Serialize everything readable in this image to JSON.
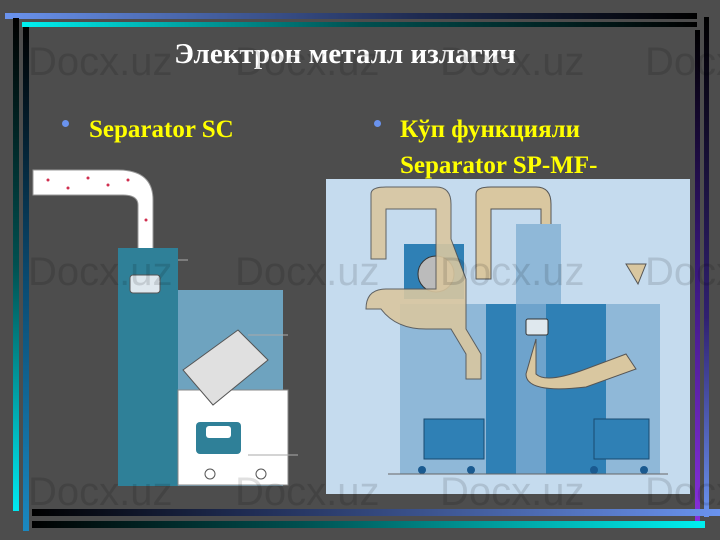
{
  "slide": {
    "title": "Электрон металл излагич",
    "bullets": [
      {
        "label": "Separator SC"
      },
      {
        "label_line1": "Кўп функцияли",
        "label_line2": "Separator SP-MF-"
      }
    ]
  },
  "watermark": "Docx.uz",
  "colors": {
    "background": "#4d4d4d",
    "bullet_text": "#ffff00",
    "bullet_dot": "#6a93ee",
    "diagram_bg": "#c5dbee",
    "machine_teal": "#2f8098"
  }
}
